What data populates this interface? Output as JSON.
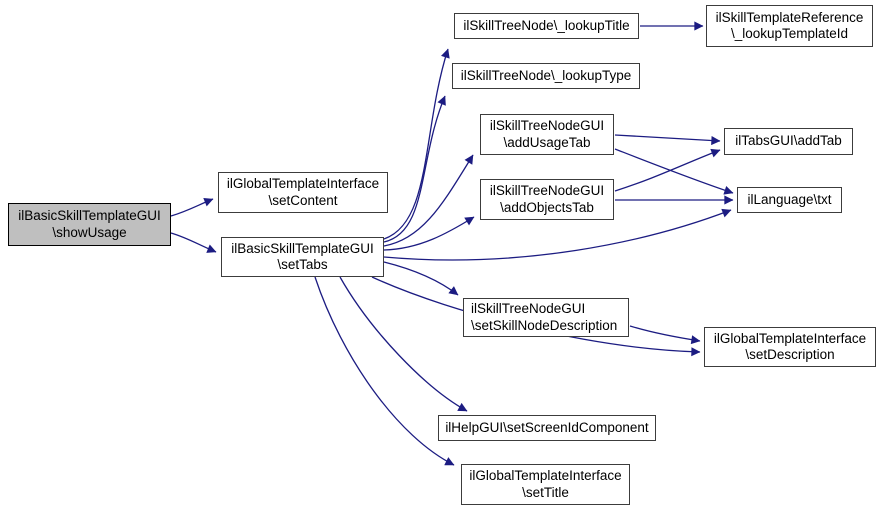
{
  "diagram": {
    "kind": "call-graph",
    "edge_color": "#1c1c82",
    "node_border_color": "#3c3c3c",
    "highlight_fill": "#bfbfbf"
  },
  "nodes": {
    "showUsage": {
      "line1": "ilBasicSkillTemplateGUI",
      "line2": "\\showUsage"
    },
    "setContent": {
      "line1": "ilGlobalTemplateInterface",
      "line2": "\\setContent"
    },
    "setTabs": {
      "line1": "ilBasicSkillTemplateGUI",
      "line2": "\\setTabs"
    },
    "lookupTitle": {
      "line1": "ilSkillTreeNode\\_lookupTitle"
    },
    "lookupType": {
      "line1": "ilSkillTreeNode\\_lookupType"
    },
    "lookupTemplateId": {
      "line1": "ilSkillTemplateReference",
      "line2": "\\_lookupTemplateId"
    },
    "addUsageTab": {
      "line1": "ilSkillTreeNodeGUI",
      "line2": "\\addUsageTab"
    },
    "addObjectsTab": {
      "line1": "ilSkillTreeNodeGUI",
      "line2": "\\addObjectsTab"
    },
    "addTab": {
      "line1": "ilTabsGUI\\addTab"
    },
    "txt": {
      "line1": "ilLanguage\\txt"
    },
    "setSkillNodeDescription": {
      "line1": "ilSkillTreeNodeGUI",
      "line2": "\\setSkillNodeDescription"
    },
    "setDescription": {
      "line1": "ilGlobalTemplateInterface",
      "line2": "\\setDescription"
    },
    "setScreenIdComponent": {
      "line1": "ilHelpGUI\\setScreenIdComponent"
    },
    "setTitle": {
      "line1": "ilGlobalTemplateInterface",
      "line2": "\\setTitle"
    }
  },
  "edges": [
    {
      "from": "showUsage",
      "to": "setContent"
    },
    {
      "from": "showUsage",
      "to": "setTabs"
    },
    {
      "from": "setTabs",
      "to": "lookupTitle"
    },
    {
      "from": "setTabs",
      "to": "lookupType"
    },
    {
      "from": "setTabs",
      "to": "addUsageTab"
    },
    {
      "from": "setTabs",
      "to": "addObjectsTab"
    },
    {
      "from": "setTabs",
      "to": "txt"
    },
    {
      "from": "setTabs",
      "to": "setSkillNodeDescription"
    },
    {
      "from": "setTabs",
      "to": "setDescription"
    },
    {
      "from": "setTabs",
      "to": "setScreenIdComponent"
    },
    {
      "from": "setTabs",
      "to": "setTitle"
    },
    {
      "from": "lookupTitle",
      "to": "lookupTemplateId"
    },
    {
      "from": "addUsageTab",
      "to": "addTab"
    },
    {
      "from": "addUsageTab",
      "to": "txt"
    },
    {
      "from": "addObjectsTab",
      "to": "addTab"
    },
    {
      "from": "addObjectsTab",
      "to": "txt"
    },
    {
      "from": "setSkillNodeDescription",
      "to": "setDescription"
    }
  ]
}
